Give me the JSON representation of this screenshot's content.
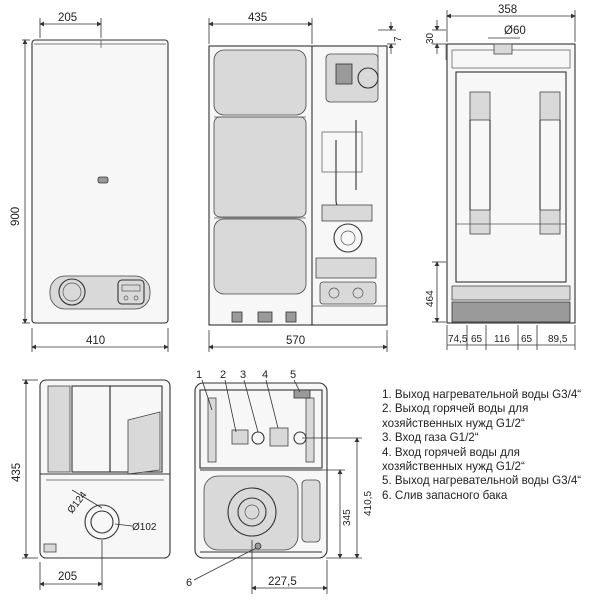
{
  "views": {
    "front": {
      "width_top": "205",
      "height": "900",
      "width_bottom": "410"
    },
    "side": {
      "width_top": "435",
      "width_bottom": "570",
      "offset": "7"
    },
    "rear": {
      "width_top": "358",
      "flue_top": "30",
      "flue_diameter": "Ø60",
      "height_connections": "464",
      "spacings": [
        "74,5",
        "65",
        "116",
        "65",
        "89,5"
      ]
    },
    "top": {
      "depth": "435",
      "offset_bottom": "205",
      "flue_a": "Ø124",
      "flue_b": "Ø102"
    },
    "bottom": {
      "height_a": "410,5",
      "height_b": "345",
      "width_b": "227,5"
    }
  },
  "callouts": [
    "1",
    "2",
    "3",
    "4",
    "5",
    "6"
  ],
  "legend": [
    "1. Выход нагревательной воды G3/4“",
    "2. Выход горячей воды для хозяйственных нужд G1/2“",
    "3. Вход газа G1/2“",
    "4. Вход горячей воды для хозяйственных нужд G1/2“",
    "5. Выход нагревательной воды G3/4“",
    "6. Слив запасного бака"
  ]
}
